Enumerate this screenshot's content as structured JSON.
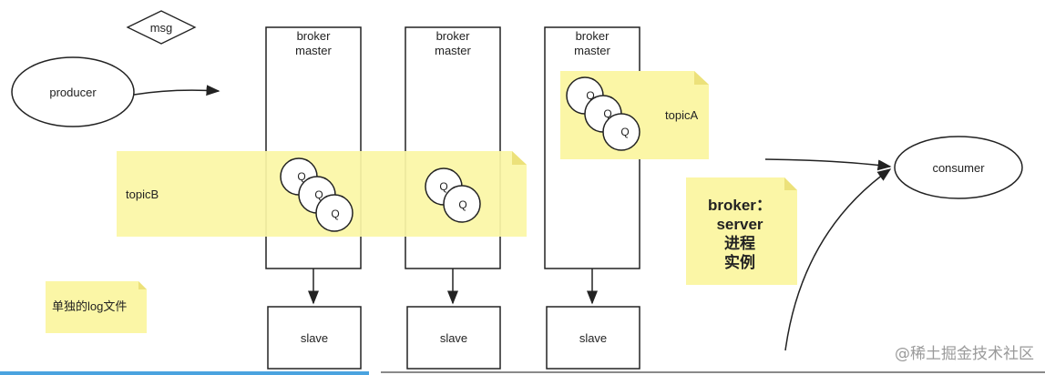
{
  "nodes": {
    "msg": "msg",
    "producer": "producer",
    "consumer": "consumer",
    "brokers": [
      {
        "line1": "broker",
        "line2": "master",
        "slave": "slave"
      },
      {
        "line1": "broker",
        "line2": "master",
        "slave": "slave"
      },
      {
        "line1": "broker",
        "line2": "master",
        "slave": "slave"
      }
    ],
    "queue_label": "Q"
  },
  "notes": {
    "topicA": "topicA",
    "topicB": "topicB",
    "log_note": "单独的log文件",
    "broker_note": {
      "line1": "broker：",
      "line2": "server",
      "line3": "进程",
      "line4": "实例"
    }
  },
  "watermark": "@稀土掘金技术社区",
  "colors": {
    "note_fill": "#fbf6a6",
    "note_fold": "#ece17a",
    "stroke": "#222222"
  }
}
